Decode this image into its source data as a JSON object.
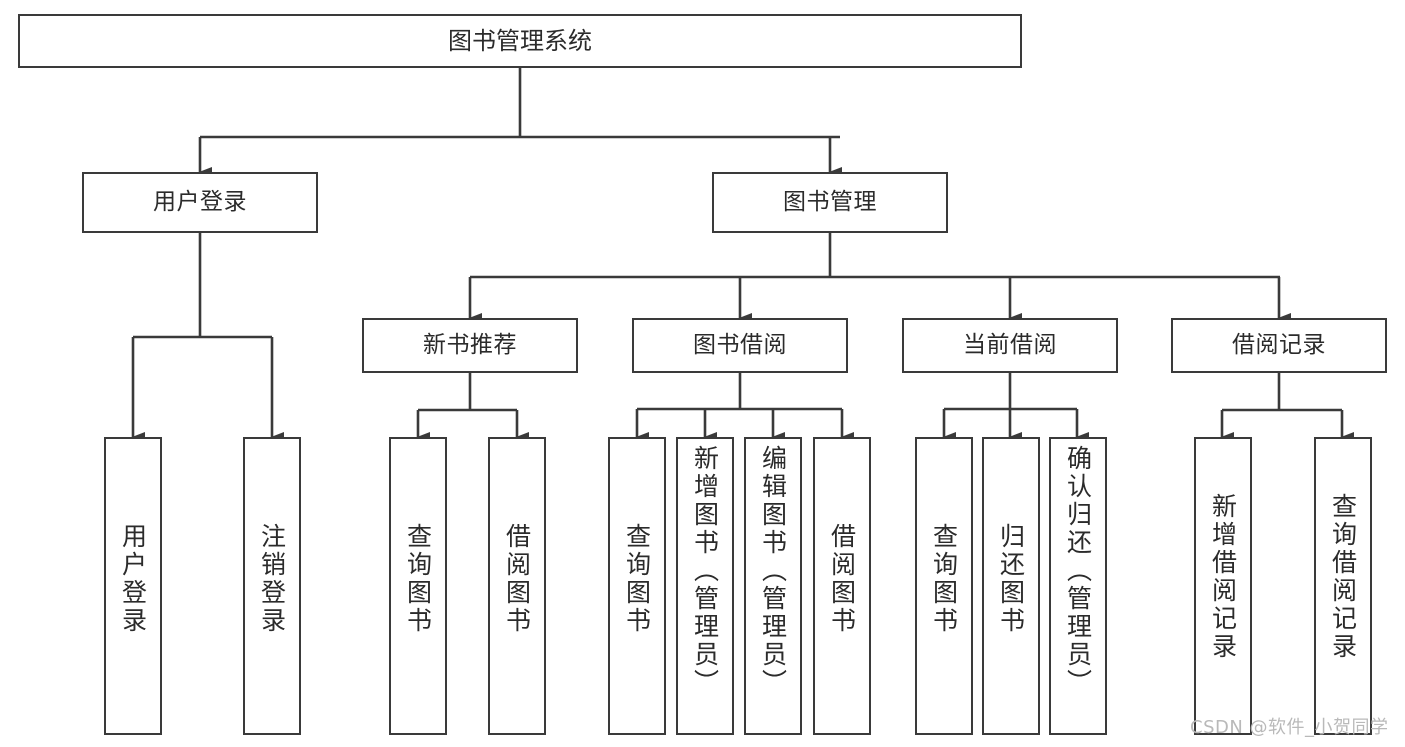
{
  "diagram": {
    "title": "图书管理系统",
    "type": "功能结构图",
    "colors": {
      "stroke": "#3a3a3a",
      "text": "#2b2b2b",
      "background": "#ffffff",
      "watermark": "#b9b9b9"
    },
    "watermark": "CSDN @软件_小贺同学",
    "root": {
      "label": "图书管理系统"
    },
    "level2": [
      {
        "label": "用户登录"
      },
      {
        "label": "图书管理"
      }
    ],
    "level3": [
      {
        "label": "新书推荐"
      },
      {
        "label": "图书借阅"
      },
      {
        "label": "当前借阅"
      },
      {
        "label": "借阅记录"
      }
    ],
    "leaves": {
      "user_login": [
        {
          "label": "用户登录"
        },
        {
          "label": "注销登录"
        }
      ],
      "new_book": [
        {
          "label": "查询图书"
        },
        {
          "label": "借阅图书"
        }
      ],
      "borrow_book": [
        {
          "label": "查询图书"
        },
        {
          "label": "新增图书（管理员）"
        },
        {
          "label": "编辑图书（管理员）"
        },
        {
          "label": "借阅图书"
        }
      ],
      "current_borrow": [
        {
          "label": "查询图书"
        },
        {
          "label": "归还图书"
        },
        {
          "label": "确认归还（管理员）"
        }
      ],
      "borrow_record": [
        {
          "label": "新增借阅记录"
        },
        {
          "label": "查询借阅记录"
        }
      ]
    }
  }
}
